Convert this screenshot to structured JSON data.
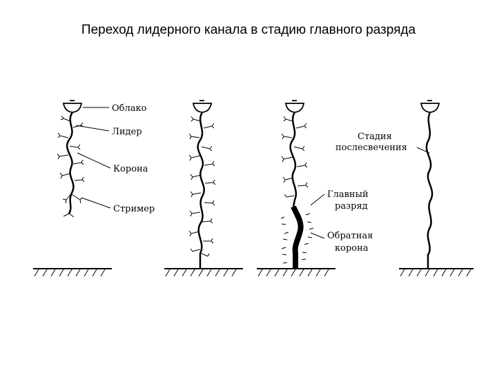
{
  "slide": {
    "title": "Переход лидерного канала в стадию главного разряда"
  },
  "labels": {
    "cloud": "Облако",
    "leader": "Лидер",
    "corona": "Корона",
    "streamer": "Стример",
    "afterglow_line1": "Стадия",
    "afterglow_line2": "послесвечения",
    "main_discharge_line1": "Главный",
    "main_discharge_line2": "разряд",
    "back_corona_line1": "Обратная",
    "back_corona_line2": "корона"
  },
  "colors": {
    "ink": "#000000",
    "background": "#ffffff"
  }
}
